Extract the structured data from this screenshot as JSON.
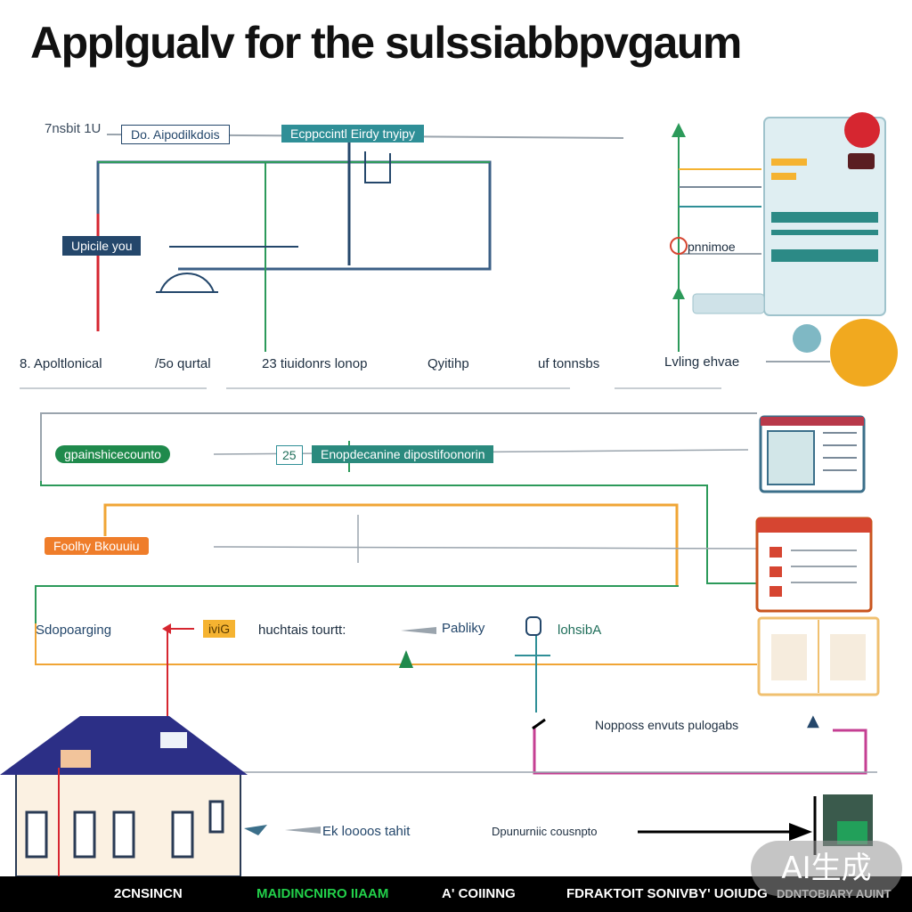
{
  "title": "Applgualv for the sulssiabbpvgaum",
  "top_row": {
    "left_label": "7nsbit 1U",
    "box_left": "Do. Aipodilkdois",
    "box_right": "Ecppccintl Eirdy tnyipy"
  },
  "left_tag": "Upicile you",
  "right_label": "pnnimoe",
  "middle_row": {
    "item1": "8. Apoltlonical",
    "item2": "/5o qurtal",
    "item3": "23 tiuidonrs lonop",
    "item4": "Qyitihp",
    "item5": "uf tonnsbs",
    "item6": "Lvling ehvae"
  },
  "green_row": {
    "tag": "gpainshicecounto",
    "number": "25",
    "text": "Enopdecanine dipostifoonorin"
  },
  "orange_tag": "Foolhy Bkouuiu",
  "lower_row": {
    "item1": "Sdopoarging",
    "item2": "iviG",
    "item3": "huchtais tourtt:",
    "item4": "Pabliky",
    "item5": "lohsibA"
  },
  "right_lower_label": "Nopposs envuts pulogabs",
  "bottom_row": {
    "item1": "Ek loooos tahit",
    "item2": "Dpunurniic cousnpto"
  },
  "footer": {
    "item1": "2CNSINCN",
    "item2": "MAIDINCNIRO IIAAM",
    "item3": "A' COIINNG",
    "item4": "FDRAKTOIT SONIVBY' UOIUDG",
    "item5": "DDNTOBIARY AUINT"
  },
  "watermark": "AI生成",
  "colors": {
    "navy": "#24476b",
    "teal": "#2f8f97",
    "green": "#1f8a4c",
    "orange": "#ef7d2a",
    "yellow": "#f5b331",
    "red": "#d62630",
    "magenta": "#c53f93",
    "footer_green": "#22d04a"
  }
}
